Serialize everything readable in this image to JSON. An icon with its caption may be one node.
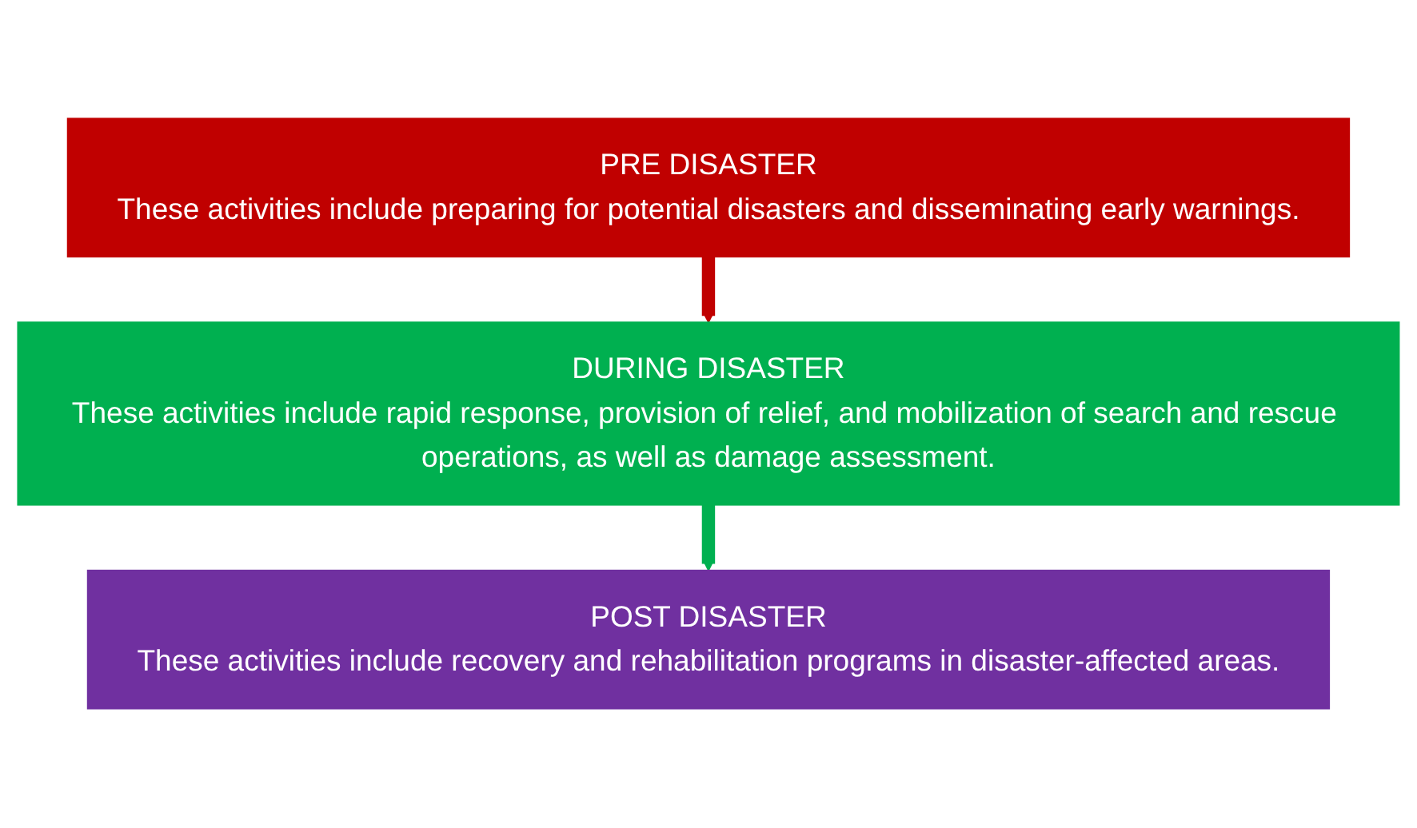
{
  "diagram": {
    "nodes": [
      {
        "text": [
          "PRE DISASTER",
          "These activities include preparing for potential disasters and disseminating early warnings."
        ]
      },
      {
        "text": [
          "DURING DISASTER",
          "These activities include rapid response, provision of relief, and mobilization of search and rescue operations, as well as damage assessment."
        ]
      },
      {
        "text": [
          "POST DISASTER",
          "These activities include recovery and rehabilitation programs in disaster-affected areas."
        ]
      }
    ],
    "edges": [
      {
        "from": 0,
        "to": 1,
        "arrow": "to",
        "color": "#c00000"
      },
      {
        "from": 1,
        "to": 2,
        "arrow": "to",
        "color": "#00b050"
      }
    ]
  }
}
